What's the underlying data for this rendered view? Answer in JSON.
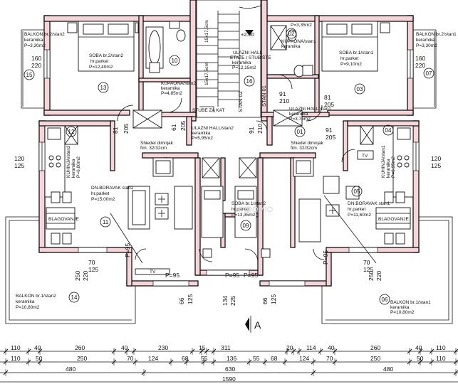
{
  "rooms": {
    "balkon_stan2_top": {
      "name": "BALKON br.2/stan2",
      "floor": "keramika",
      "area": "P=3,30m2",
      "num": "15"
    },
    "soba_stan2": {
      "name": "SOBA br.2/stan2",
      "floor": "hr.parket",
      "area": "P=12,40m2",
      "num": "13"
    },
    "kupaona_stan2": {
      "name": "KUPAONA/stan2",
      "floor": "keramika",
      "area": "P=4,85m2",
      "num": "10"
    },
    "ulazni_hall_stubiste": {
      "name": "ULAZNI HALL",
      "name2": "ETAŽE I STUBIŠTE",
      "floor": "keramika",
      "area": "P=12,15m2",
      "level": "+2.80",
      "num": "16"
    },
    "kupaona_stan1": {
      "name": "KUPAONA/stan1",
      "floor": "keramika",
      "area": "P=3,35m2",
      "num": "02"
    },
    "soba_stan1": {
      "name": "SOBA br.1/stan1",
      "floor": "hr.parket",
      "area": "P=9,10m2",
      "num": "03"
    },
    "balkon_stan1_top": {
      "name": "BALKON br.2/stan1",
      "floor": "keramika",
      "area": "P=3,30m2",
      "num": "07"
    },
    "ulazni_hall_stan1": {
      "name": "ULAZNI HALL/stan1",
      "floor": "keramika",
      "area": "P=3,75m2",
      "num": "01"
    },
    "ulazni_hall_stan2": {
      "name": "ULAZNI HALL/stan2",
      "floor": "keramika",
      "area": "P=5,95m2",
      "num": "12"
    },
    "kuhinja_stan2": {
      "name": "KUHINJA/stan2",
      "floor": "keramika",
      "area": "P=6,80m2"
    },
    "kuhinja_stan1": {
      "name": "KUHINJA/stan1",
      "floor": "keramika",
      "area": "P=6,95m2",
      "num": "04"
    },
    "dnevni_stan2": {
      "name": "DN.BORAVAK stan2",
      "floor": "hr.parket",
      "area": "P=15,00m2",
      "num": "11"
    },
    "soba_centar": {
      "name": "SOBA br.1/stan2",
      "floor": "hr.parket",
      "area": "P=13,35m2",
      "num": "09"
    },
    "dnevni_stan1": {
      "name": "DN.BORAVAK stan1",
      "floor": "hr.parket",
      "area": "P=11,60m2",
      "num": "05"
    },
    "balkon_stan2_bottom": {
      "name": "BALKON br.1/stan2",
      "floor": "keramika",
      "area": "P=10,80m2",
      "num": "14"
    },
    "balkon_stan1_bottom": {
      "name": "BALKON br.1/stan1",
      "floor": "keramika",
      "area": "P=10,80m2",
      "num": "06"
    }
  },
  "labels": {
    "blagovanje": "BLAGOVANJE",
    "stan02": "STAN 02",
    "stan01": "STAN 01",
    "stube_za_kat": "STUBE ZA KAT",
    "dimnjak": "Shiedel dimnjak",
    "dimnjak_size": "fim. 32/32cm",
    "stair_dims": "15x17,5cm",
    "stair_dims2": "15x17,5cm",
    "tv": "TV",
    "section_letter": "A",
    "watermark": "INDOMIO"
  },
  "dims_windows": {
    "w_160_220_left": [
      "160",
      "220"
    ],
    "w_160_220_right": [
      "160",
      "220"
    ],
    "w_120_125_left": [
      "120",
      "125"
    ],
    "w_120_125_right": [
      "120",
      "125"
    ],
    "w_81_205_left": [
      "81",
      "205"
    ],
    "w_61_205": [
      "61",
      "205"
    ],
    "w_91_210_a": [
      "91",
      "210"
    ],
    "w_91_210_b": [
      "91",
      "210"
    ],
    "w_81_205_right": [
      "81",
      "205"
    ],
    "w_91_205": [
      "91",
      "205"
    ],
    "w_70_125_left": [
      "70",
      "125"
    ],
    "w_70_125_right": [
      "70",
      "125"
    ],
    "w_250_220_left": [
      "250",
      "220"
    ],
    "w_250_220_right": [
      "250",
      "220"
    ],
    "w_66_125_left": [
      "66",
      "125"
    ],
    "w_134_225": [
      "134",
      "225"
    ],
    "w_66_125_right": [
      "66",
      "125"
    ],
    "p95": [
      "P=95",
      "P=95",
      "P=95",
      "P=95",
      "P=95"
    ]
  },
  "dim_row1": [
    "110",
    "40",
    "260",
    "40",
    "230",
    "15",
    "311",
    "20",
    "114",
    "40",
    "260",
    "40",
    "110"
  ],
  "dim_row2": [
    "110",
    "50",
    "250",
    "70",
    "124",
    "68",
    "55",
    "136",
    "55",
    "68",
    "124",
    "70",
    "250",
    "50",
    "110"
  ],
  "dim_row3": [
    "480",
    "630",
    "480"
  ],
  "dim_total": "1590"
}
